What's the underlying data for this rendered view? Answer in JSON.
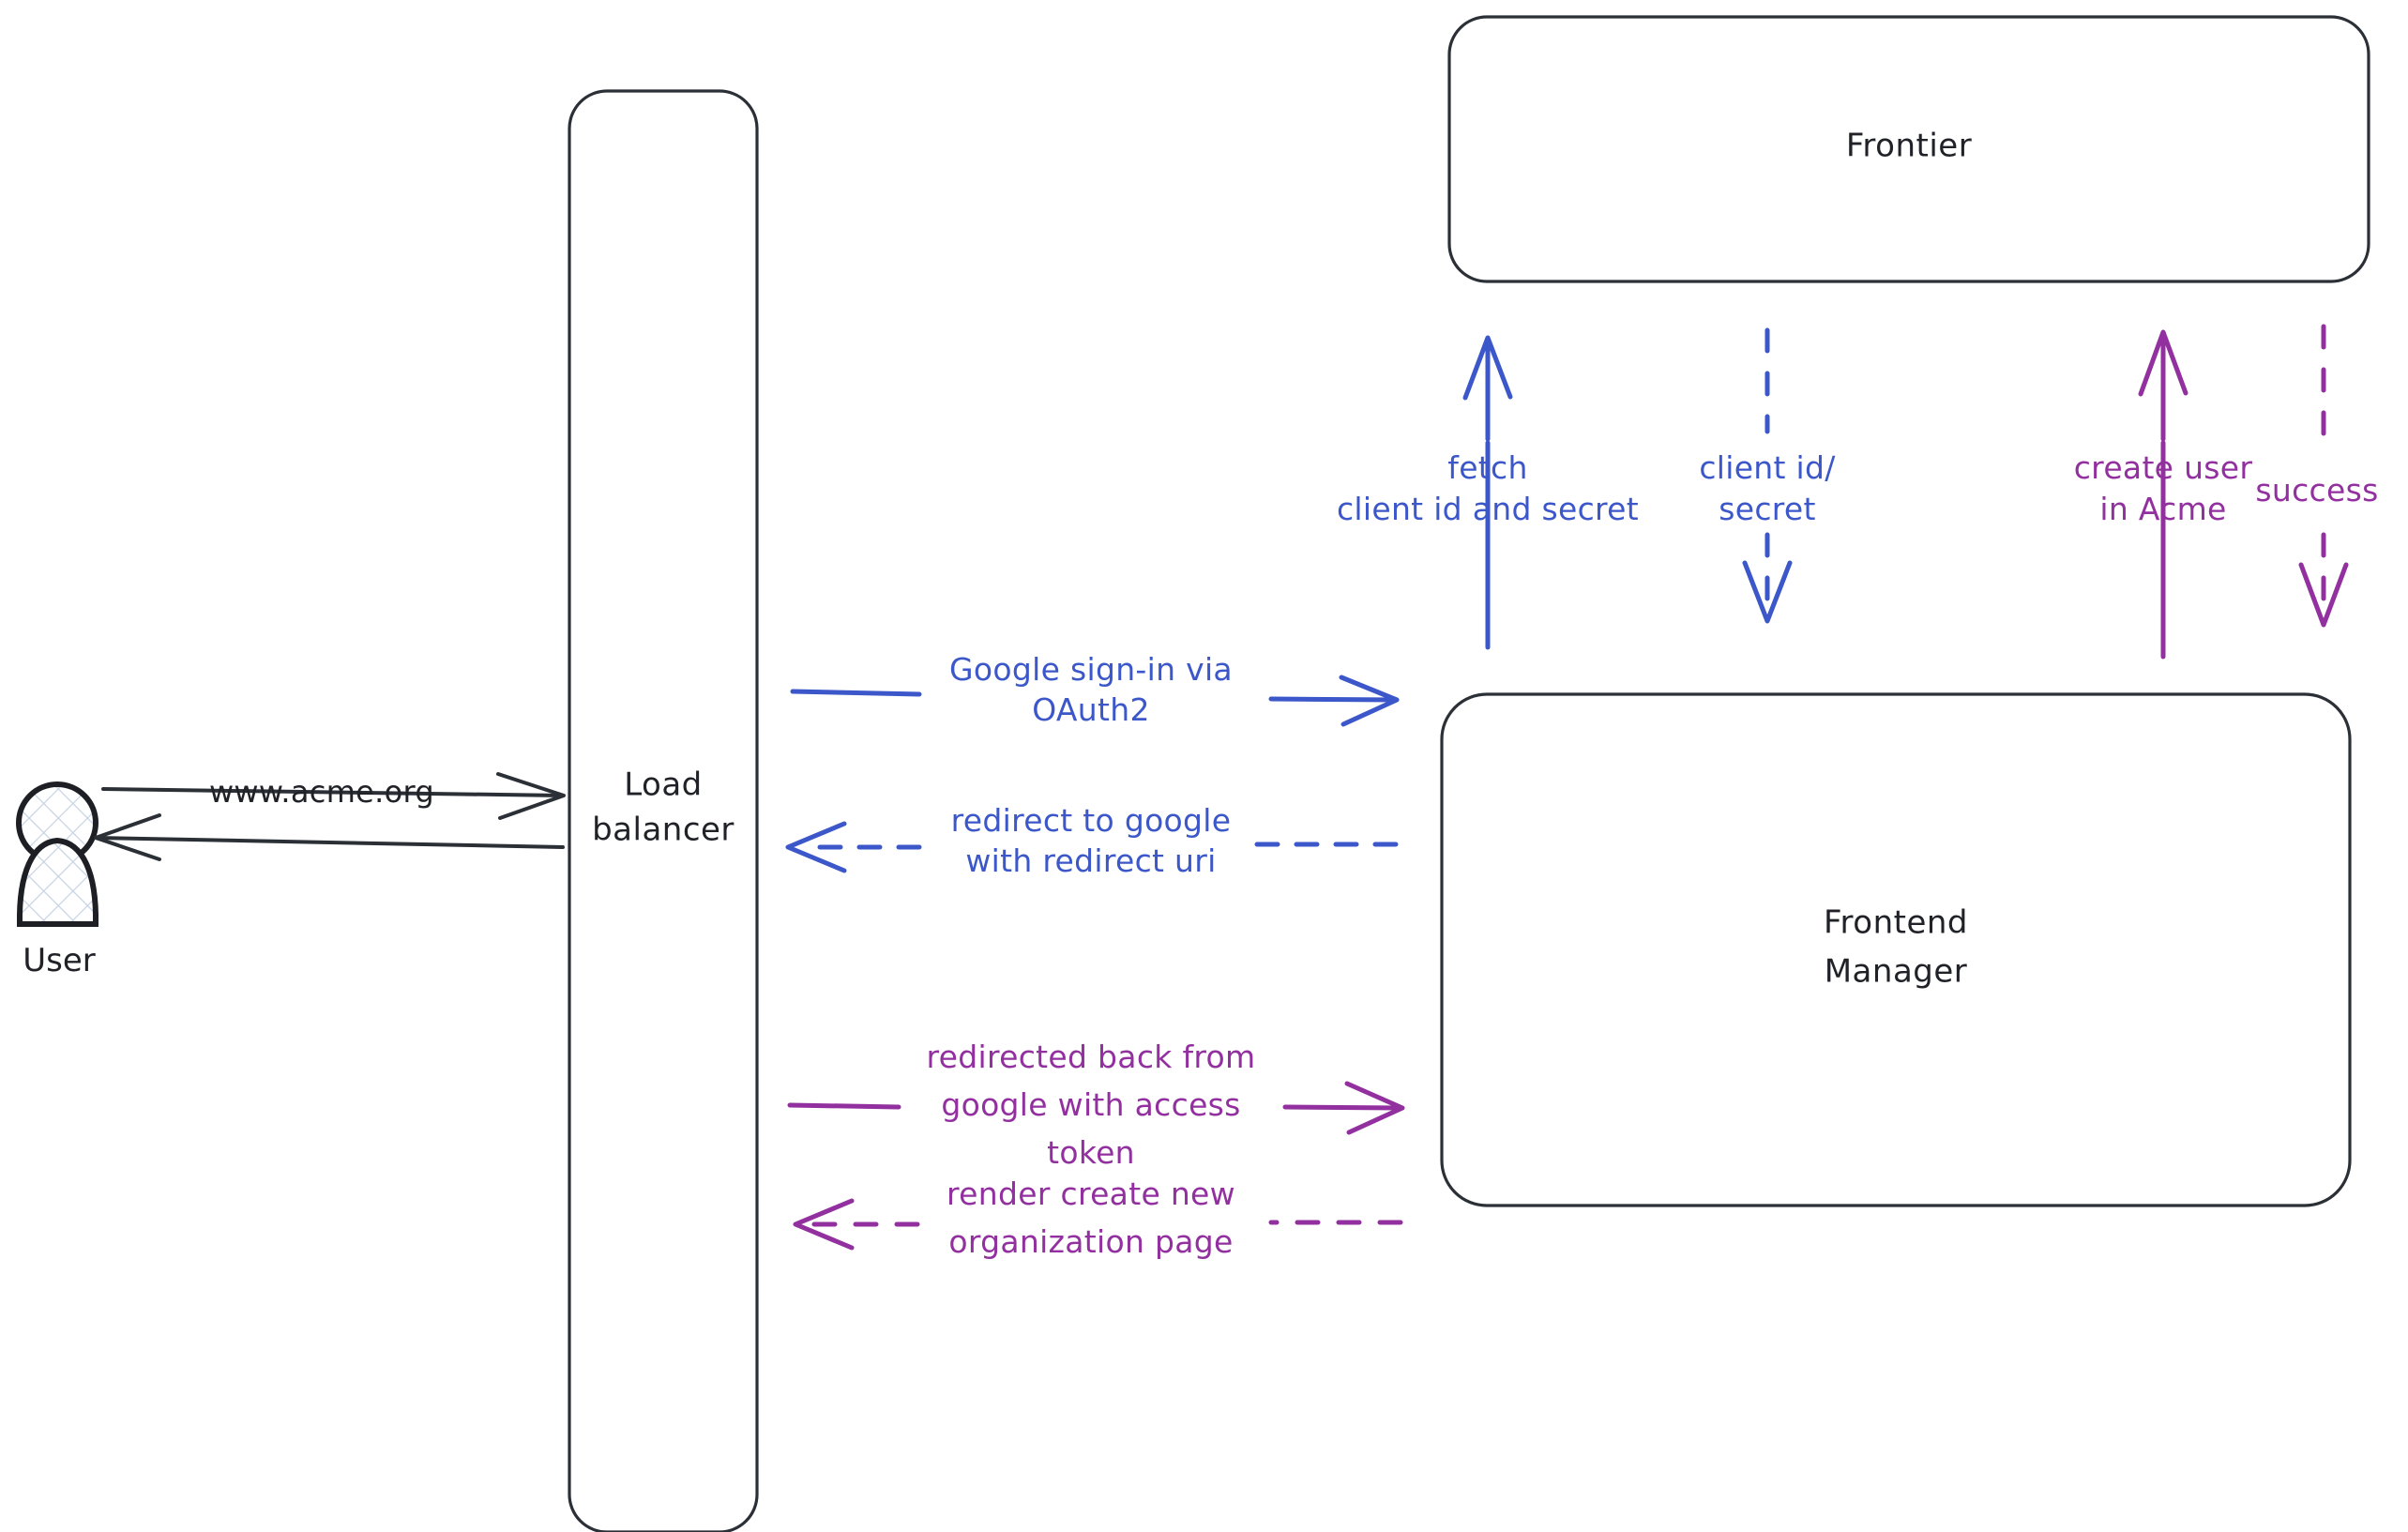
{
  "diagram": {
    "title": "Google OAuth2 sign-in flow",
    "background_color": "#ffffff",
    "colors": {
      "node_stroke": "#2b2f36",
      "node_label": "#202228",
      "edge_blue": "#3b57c9",
      "edge_purple": "#92309f",
      "actor_hatch": "#c7d3e3"
    },
    "actors": [
      {
        "id": "user",
        "name": "user-actor",
        "label": "User",
        "shape": "person"
      }
    ],
    "nodes": [
      {
        "id": "load-balancer",
        "name": "load-balancer-node",
        "label_line1": "Load",
        "label_line2": "balancer",
        "shape": "rounded-rectangle"
      },
      {
        "id": "frontier",
        "name": "frontier-node",
        "label_line1": "Frontier",
        "label_line2": "",
        "shape": "rounded-rectangle"
      },
      {
        "id": "frontend-manager",
        "name": "frontend-manager-node",
        "label_line1": "Frontend",
        "label_line2": "Manager",
        "shape": "rounded-rectangle"
      }
    ],
    "edges": [
      {
        "id": "e1",
        "name": "edge-user-to-load-balancer",
        "from": "user",
        "to": "load-balancer",
        "label_lines": [
          "www.acme.org"
        ],
        "color": "#202228",
        "style": "solid",
        "direction": "right"
      },
      {
        "id": "e2",
        "name": "edge-load-balancer-to-user",
        "from": "load-balancer",
        "to": "user",
        "label_lines": [],
        "color": "#202228",
        "style": "solid",
        "direction": "left"
      },
      {
        "id": "e3",
        "name": "edge-google-sign-in-via-oauth2",
        "from": "load-balancer",
        "to": "frontend-manager",
        "label_lines": [
          "Google sign-in via",
          "OAuth2"
        ],
        "color": "#3b57c9",
        "style": "solid",
        "direction": "right"
      },
      {
        "id": "e4",
        "name": "edge-redirect-to-google-with-redirect-uri",
        "from": "frontend-manager",
        "to": "load-balancer",
        "label_lines": [
          "redirect to google",
          "with redirect uri"
        ],
        "color": "#3b57c9",
        "style": "dashed",
        "direction": "left"
      },
      {
        "id": "e5",
        "name": "edge-fetch-client-id-and-secret",
        "from": "frontend-manager",
        "to": "frontier",
        "label_lines": [
          "fetch",
          "client id and secret"
        ],
        "color": "#3b57c9",
        "style": "solid",
        "direction": "up"
      },
      {
        "id": "e6",
        "name": "edge-client-id-secret",
        "from": "frontier",
        "to": "frontend-manager",
        "label_lines": [
          "client id/",
          "secret"
        ],
        "color": "#3b57c9",
        "style": "dashed",
        "direction": "down"
      },
      {
        "id": "e7",
        "name": "edge-create-user-in-acme",
        "from": "frontend-manager",
        "to": "frontier",
        "label_lines": [
          "create user",
          "in Acme"
        ],
        "color": "#92309f",
        "style": "solid",
        "direction": "up"
      },
      {
        "id": "e8",
        "name": "edge-success",
        "from": "frontier",
        "to": "frontend-manager",
        "label_lines": [
          "success"
        ],
        "color": "#92309f",
        "style": "dashed",
        "direction": "down"
      },
      {
        "id": "e9",
        "name": "edge-redirected-back-from-google-with-access-token",
        "from": "load-balancer",
        "to": "frontend-manager",
        "label_lines": [
          "redirected back from",
          "google with access",
          "token"
        ],
        "color": "#92309f",
        "style": "solid",
        "direction": "right"
      },
      {
        "id": "e10",
        "name": "edge-render-create-new-organization-page",
        "from": "frontend-manager",
        "to": "load-balancer",
        "label_lines": [
          "render create new",
          "organization page"
        ],
        "color": "#92309f",
        "style": "dashed",
        "direction": "left"
      }
    ]
  }
}
